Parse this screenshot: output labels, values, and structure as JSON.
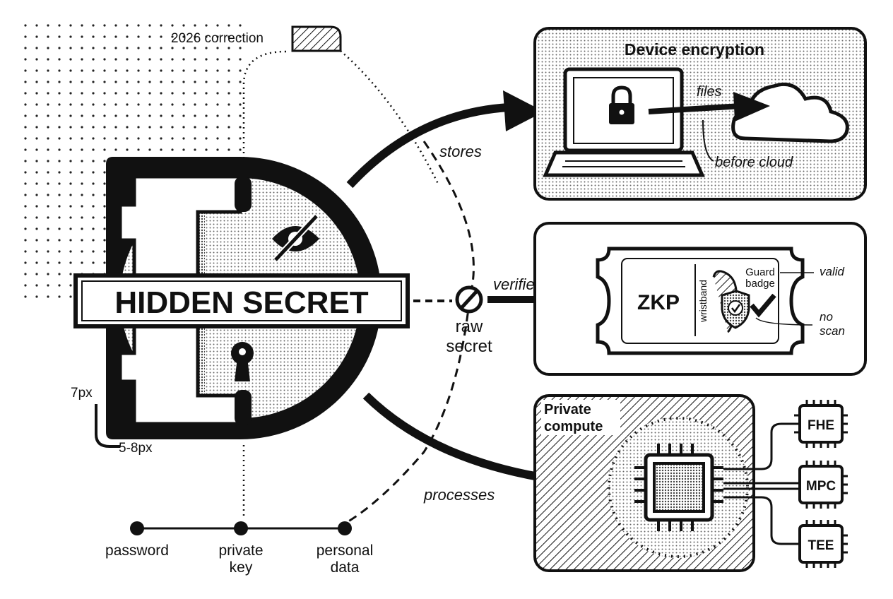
{
  "center": {
    "title": "HIDDEN SECRET",
    "dim_small": "7px",
    "dim_large": "5-8px"
  },
  "correction_note": "2026 correction",
  "flow_labels": {
    "stores": "stores",
    "verifies": "verifies",
    "processes": "processes",
    "blocked_line1": "raw",
    "blocked_line2": "secret"
  },
  "timeline": {
    "items": [
      {
        "line1": "password",
        "line2": ""
      },
      {
        "line1": "private",
        "line2": "key"
      },
      {
        "line1": "personal",
        "line2": "data"
      }
    ]
  },
  "panels": {
    "device": {
      "title": "Device encryption",
      "files_label": "files",
      "before_cloud_label": "before cloud"
    },
    "zkp": {
      "ticket_label": "ZKP",
      "wristband_label": "wristband",
      "guard_line1": "Guard",
      "guard_line2": "badge",
      "valid_label": "valid",
      "no_scan_line1": "no",
      "no_scan_line2": "scan"
    },
    "compute": {
      "title_line1": "Private",
      "title_line2": "compute",
      "chips": [
        "FHE",
        "MPC",
        "TEE"
      ]
    }
  },
  "icons": [
    "eye-slash-icon",
    "keyhole-icon",
    "laptop-icon",
    "padlock-icon",
    "cloud-icon",
    "wristband-icon",
    "shield-check-icon",
    "checkmark-icon",
    "cpu-chip-icon",
    "no-entry-icon"
  ],
  "colors": {
    "ink": "#111111",
    "paper": "#ffffff",
    "halftone": "#d8d8d8"
  }
}
